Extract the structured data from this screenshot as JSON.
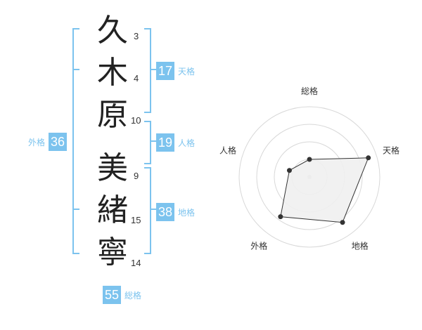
{
  "name_chars": [
    {
      "char": "久",
      "strokes": "3"
    },
    {
      "char": "木",
      "strokes": "4"
    },
    {
      "char": "原",
      "strokes": "10"
    },
    {
      "char": "美",
      "strokes": "9"
    },
    {
      "char": "緒",
      "strokes": "15"
    },
    {
      "char": "寧",
      "strokes": "14"
    }
  ],
  "fortunes": {
    "tenkaku": {
      "value": "17",
      "label": "天格"
    },
    "jinkaku": {
      "value": "19",
      "label": "人格"
    },
    "chikaku": {
      "value": "38",
      "label": "地格"
    },
    "gaikaku": {
      "value": "36",
      "label": "外格"
    },
    "soukaku": {
      "value": "55",
      "label": "総格"
    }
  },
  "colors": {
    "accent": "#7cc3ee",
    "text": "#222222"
  },
  "chart_data": {
    "type": "radar",
    "axes": [
      "総格",
      "天格",
      "地格",
      "外格",
      "人格"
    ],
    "values": [
      0.25,
      0.88,
      0.8,
      0.7,
      0.3
    ],
    "rings": 4,
    "range": [
      0,
      1
    ]
  }
}
